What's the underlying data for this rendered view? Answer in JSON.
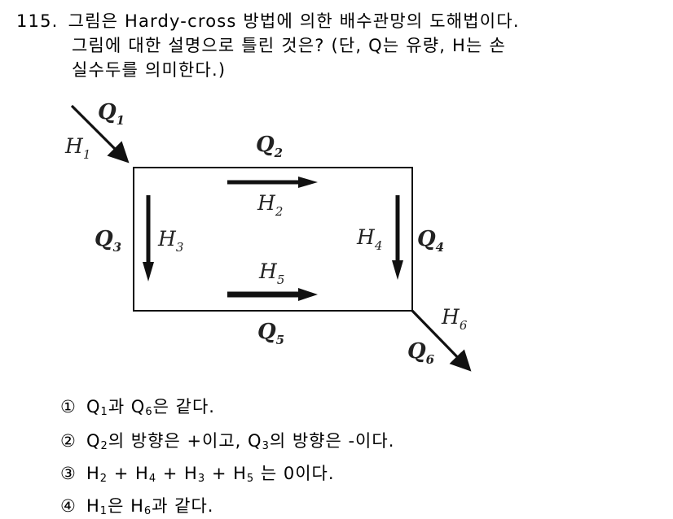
{
  "question": {
    "number": "115.",
    "line1": "그림은 Hardy-cross 방법에 의한 배수관망의 도해법이다.",
    "line2": "그림에 대한 설명으로 틀린 것은? (단, Q는 유량, H는 손",
    "line3": "실수두를 의미한다.)"
  },
  "diagram": {
    "q_symbol": "Q",
    "h_symbol": "H",
    "subs": {
      "q1": "1",
      "q2": "2",
      "q3": "3",
      "q4": "4",
      "q5": "5",
      "q6": "6",
      "h1": "1",
      "h2": "2",
      "h3": "3",
      "h4": "4",
      "h5": "5",
      "h6": "6"
    }
  },
  "choices": [
    {
      "mark": "①",
      "parts": [
        "Q",
        "1",
        "과 Q",
        "6",
        "은 같다."
      ]
    },
    {
      "mark": "②",
      "parts": [
        "Q",
        "2",
        "의 방향은 +이고, Q",
        "3",
        "의 방향은 -이다."
      ]
    },
    {
      "mark": "③",
      "parts": [
        "H",
        "2",
        " + H",
        "4",
        " + H",
        "3",
        " + H",
        "5",
        " 는 0이다."
      ]
    },
    {
      "mark": "④",
      "parts": [
        "H",
        "1",
        "은 H",
        "6",
        "과 같다."
      ]
    }
  ]
}
